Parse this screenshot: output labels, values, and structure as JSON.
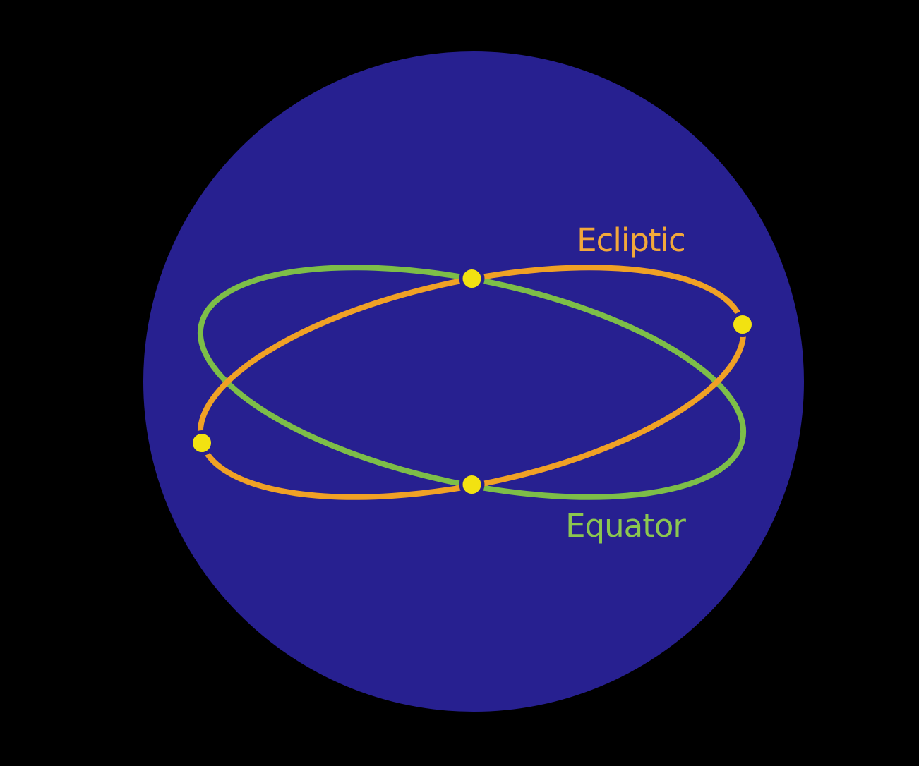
{
  "diagram": {
    "background_color": "#000000",
    "sphere": {
      "name": "celestial-sphere",
      "fill_color": "#272090"
    },
    "ecliptic": {
      "label": "Ecliptic",
      "line_color": "#F0A125",
      "label_color": "#F2A83B"
    },
    "equator": {
      "label": "Equator",
      "line_color": "#7DBE48",
      "label_color": "#8CC74F"
    },
    "markers": {
      "fill_color": "#F2E211",
      "ring_color": "#272090",
      "points": [
        "top-intersection",
        "bottom-intersection",
        "right-ecliptic-end",
        "left-ecliptic-end"
      ]
    }
  }
}
